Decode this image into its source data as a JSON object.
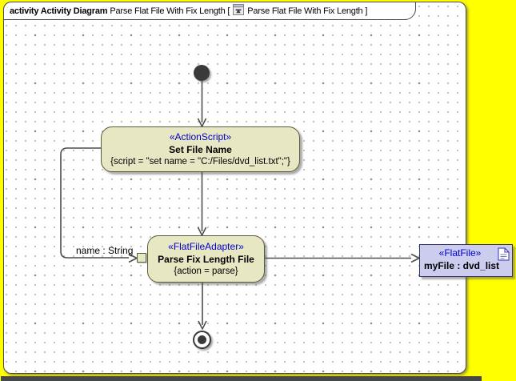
{
  "title": {
    "keyword": "activity Activity Diagram",
    "name_pre": "Parse Flat File With Fix Length [",
    "name_post": "Parse Flat File With Fix Length ]",
    "icon": "activity-diagram-icon"
  },
  "nodes": {
    "initial": {
      "kind": "initial-node"
    },
    "set_file_name": {
      "stereotype": "«ActionScript»",
      "name": "Set File Name",
      "body": "{script = \"set name = \"C:/Files/dvd_list.txt\";\"}"
    },
    "parse_fix_length_file": {
      "stereotype": "«FlatFileAdapter»",
      "name": "Parse Fix Length File",
      "body": "{action = parse}"
    },
    "my_file": {
      "stereotype": "«FlatFile»",
      "name": "myFile : dvd_list",
      "icon": "document-icon"
    },
    "final": {
      "kind": "activity-final-node"
    }
  },
  "edges": {
    "name_label": "name : String"
  },
  "colors": {
    "background": "#FFFF00",
    "frame_fill": "#FFFFFF",
    "frame_border": "#4D4D4D",
    "action_fill": "#E7E7C3",
    "action_border": "#5A5A3C",
    "object_fill": "#CCCCEE",
    "object_border": "#333366",
    "stereotype_text": "#0000CC",
    "edge_line": "#4D4D4D"
  }
}
